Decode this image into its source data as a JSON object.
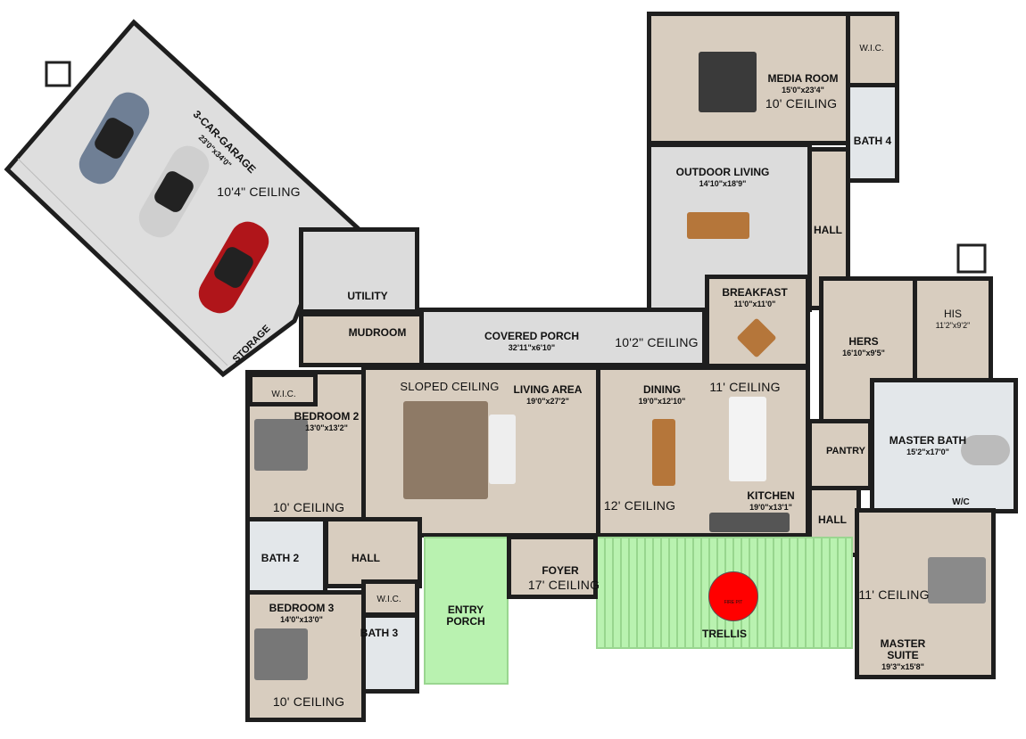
{
  "rooms": {
    "garage": {
      "name": "3-CAR-GARAGE",
      "dims": "23'0\"x34'0\"",
      "ceiling": "10'4\" CEILING"
    },
    "utility": {
      "name": "UTILITY"
    },
    "storage": {
      "name": "STORAGE"
    },
    "mudroom": {
      "name": "MUDROOM"
    },
    "covered_porch": {
      "name": "COVERED PORCH",
      "dims": "32'11\"x6'10\"",
      "ceiling": "10'2\" CEILING"
    },
    "media_room": {
      "name": "MEDIA ROOM",
      "dims": "15'0\"x23'4\"",
      "ceiling": "10' CEILING"
    },
    "media_wic": {
      "name": "W.I.C."
    },
    "bath4": {
      "name": "BATH 4"
    },
    "outdoor_living": {
      "name": "OUTDOOR LIVING",
      "dims": "14'10\"x18'9\""
    },
    "hall_upper": {
      "name": "HALL"
    },
    "breakfast": {
      "name": "BREAKFAST",
      "dims": "11'0\"x11'0\""
    },
    "hers": {
      "name": "HERS",
      "dims": "16'10\"x9'5\""
    },
    "his": {
      "name": "HIS",
      "dims": "11'2\"x9'2\""
    },
    "master_bath": {
      "name": "MASTER BATH",
      "dims": "15'2\"x17'0\"",
      "wc": "W/C"
    },
    "living_area": {
      "name": "LIVING AREA",
      "dims": "19'0\"x27'2\"",
      "ceiling": "SLOPED CEILING"
    },
    "dining": {
      "name": "DINING",
      "dims": "19'0\"x12'10\"",
      "ceiling": "12' CEILING"
    },
    "kitchen": {
      "name": "KITCHEN",
      "dims": "19'0\"x13'1\"",
      "ceiling": "11' CEILING"
    },
    "pantry": {
      "name": "PANTRY"
    },
    "hall_master": {
      "name": "HALL"
    },
    "master_suite": {
      "name": "MASTER SUITE",
      "dims": "19'3\"x15'8\"",
      "ceiling": "11' CEILING"
    },
    "trellis": {
      "name": "TRELLIS",
      "fire_pit": "FIRE PIT"
    },
    "entry_porch": {
      "name": "ENTRY PORCH"
    },
    "foyer": {
      "name": "FOYER",
      "ceiling": "17' CEILING"
    },
    "bedroom2": {
      "name": "BEDROOM 2",
      "dims": "13'0\"x13'2\"",
      "ceiling": "10' CEILING",
      "wic": "W.I.C."
    },
    "bath2": {
      "name": "BATH 2"
    },
    "hall_bed": {
      "name": "HALL"
    },
    "bedroom3": {
      "name": "BEDROOM 3",
      "dims": "14'0\"x13'0\"",
      "ceiling": "10' CEILING"
    },
    "bed3_wic": {
      "name": "W.I.C."
    },
    "bath3": {
      "name": "BATH 3"
    }
  },
  "colors": {
    "wall": "#1e1e1e",
    "wood": "#d8cdbf",
    "concrete": "#dcdcdc",
    "green": "#b9f2b0",
    "fire_pit": "#ff0000"
  }
}
